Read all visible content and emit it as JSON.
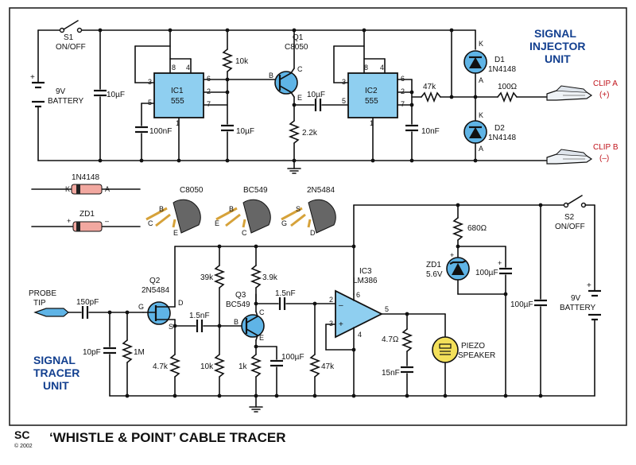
{
  "injector": {
    "title_line1": "SIGNAL",
    "title_line2": "INJECTOR",
    "title_line3": "UNIT",
    "s1_ref": "S1",
    "s1_label": "ON/OFF",
    "battery_v": "9V",
    "battery_label": "BATTERY",
    "c_bulk": "10µF",
    "ic1_ref": "IC1",
    "ic1_type": "555",
    "c_timing": "100nF",
    "r_timing": "10k",
    "c_ic1": "10µF",
    "q1_ref": "Q1",
    "q1_type": "C8050",
    "r_emitter": "2.2k",
    "c_couple": "10µF",
    "ic2_ref": "IC2",
    "ic2_type": "555",
    "r_ic2": "47k",
    "c_ic2": "10nF",
    "d1_ref": "D1",
    "d1_type": "1N4148",
    "d2_ref": "D2",
    "d2_type": "1N4148",
    "r_out": "100Ω",
    "clip_a": "CLIP A",
    "clip_a_pol": "(+)",
    "clip_b": "CLIP B",
    "clip_b_pol": "(–)"
  },
  "pinouts": {
    "diode_type": "1N4148",
    "zener_ref": "ZD1",
    "k": "K",
    "a": "A",
    "plus": "+",
    "minus": "–",
    "c8050": "C8050",
    "bc549": "BC549",
    "n2n5484": "2N5484",
    "b": "B",
    "c": "C",
    "e": "E",
    "g": "G",
    "s": "S",
    "d": "D"
  },
  "tracer": {
    "title_line1": "SIGNAL",
    "title_line2": "TRACER",
    "title_line3": "UNIT",
    "probe_line1": "PROBE",
    "probe_line2": "TIP",
    "c_in": "150pF",
    "c_gate": "10pF",
    "r_gate": "1M",
    "q2_ref": "Q2",
    "q2_type": "2N5484",
    "c_q2q3": "1.5nF",
    "r_source": "4.7k",
    "r_bias_top": "39k",
    "r_bias_bot": "10k",
    "q3_ref": "Q3",
    "q3_type": "BC549",
    "r_coll": "3.9k",
    "r_emit": "1k",
    "c_emit": "100µF",
    "c_q3ic3": "1.5nF",
    "r_pot": "47k",
    "ic3_ref": "IC3",
    "ic3_type": "LM386",
    "r_zobel": "4.7Ω",
    "c_zobel": "15nF",
    "piezo_line1": "PIEZO",
    "piezo_line2": "SPEAKER",
    "r_zener": "680Ω",
    "zd1_ref": "ZD1",
    "zd1_v": "5.6V",
    "c_zener": "100µF",
    "c_rail": "100µF",
    "s2_ref": "S2",
    "s2_label": "ON/OFF",
    "battery_v": "9V",
    "battery_label": "BATTERY"
  },
  "pins": {
    "p1": "1",
    "p2": "2",
    "p3": "3",
    "p4": "4",
    "p5": "5",
    "p6": "6",
    "p7": "7",
    "p8": "8"
  },
  "footer": {
    "logo": "SC",
    "copyright": "© 2002",
    "title": "‘WHISTLE & POINT’ CABLE TRACER"
  }
}
